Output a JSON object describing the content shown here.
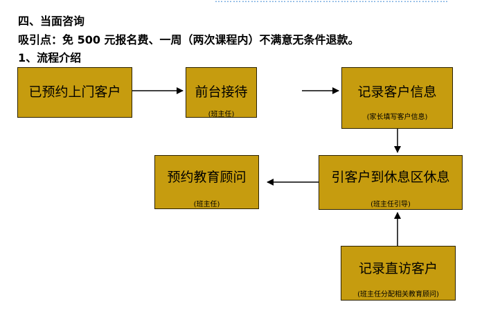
{
  "top_strip_text": "……………………………………………………………………",
  "heading": {
    "section": "四、当面咨询",
    "attraction": "吸引点：免 500 元报名费、一周（两次课程内）不满意无条件退款。",
    "subsection": "1、流程介绍"
  },
  "nodes": {
    "booked_customer": {
      "label": "已预约上门客户"
    },
    "reception": {
      "label": "前台接待",
      "note": "(班主任)"
    },
    "record_info": {
      "label": "记录客户信息",
      "note": "(家长填写客户信息)"
    },
    "guide_rest": {
      "label": "引客户到休息区休息",
      "note": "(班主任引导)"
    },
    "book_advisor": {
      "label": "预约教育顾问",
      "note": "(班主任)"
    },
    "record_walkin": {
      "label": "记录直访客户",
      "note": "(班主任分配相关教育顾问)"
    }
  },
  "colors": {
    "box_fill": "#c69c0f",
    "box_border": "#2a2000",
    "arrow": "#000000",
    "top_strip": "#2e7fd0"
  }
}
